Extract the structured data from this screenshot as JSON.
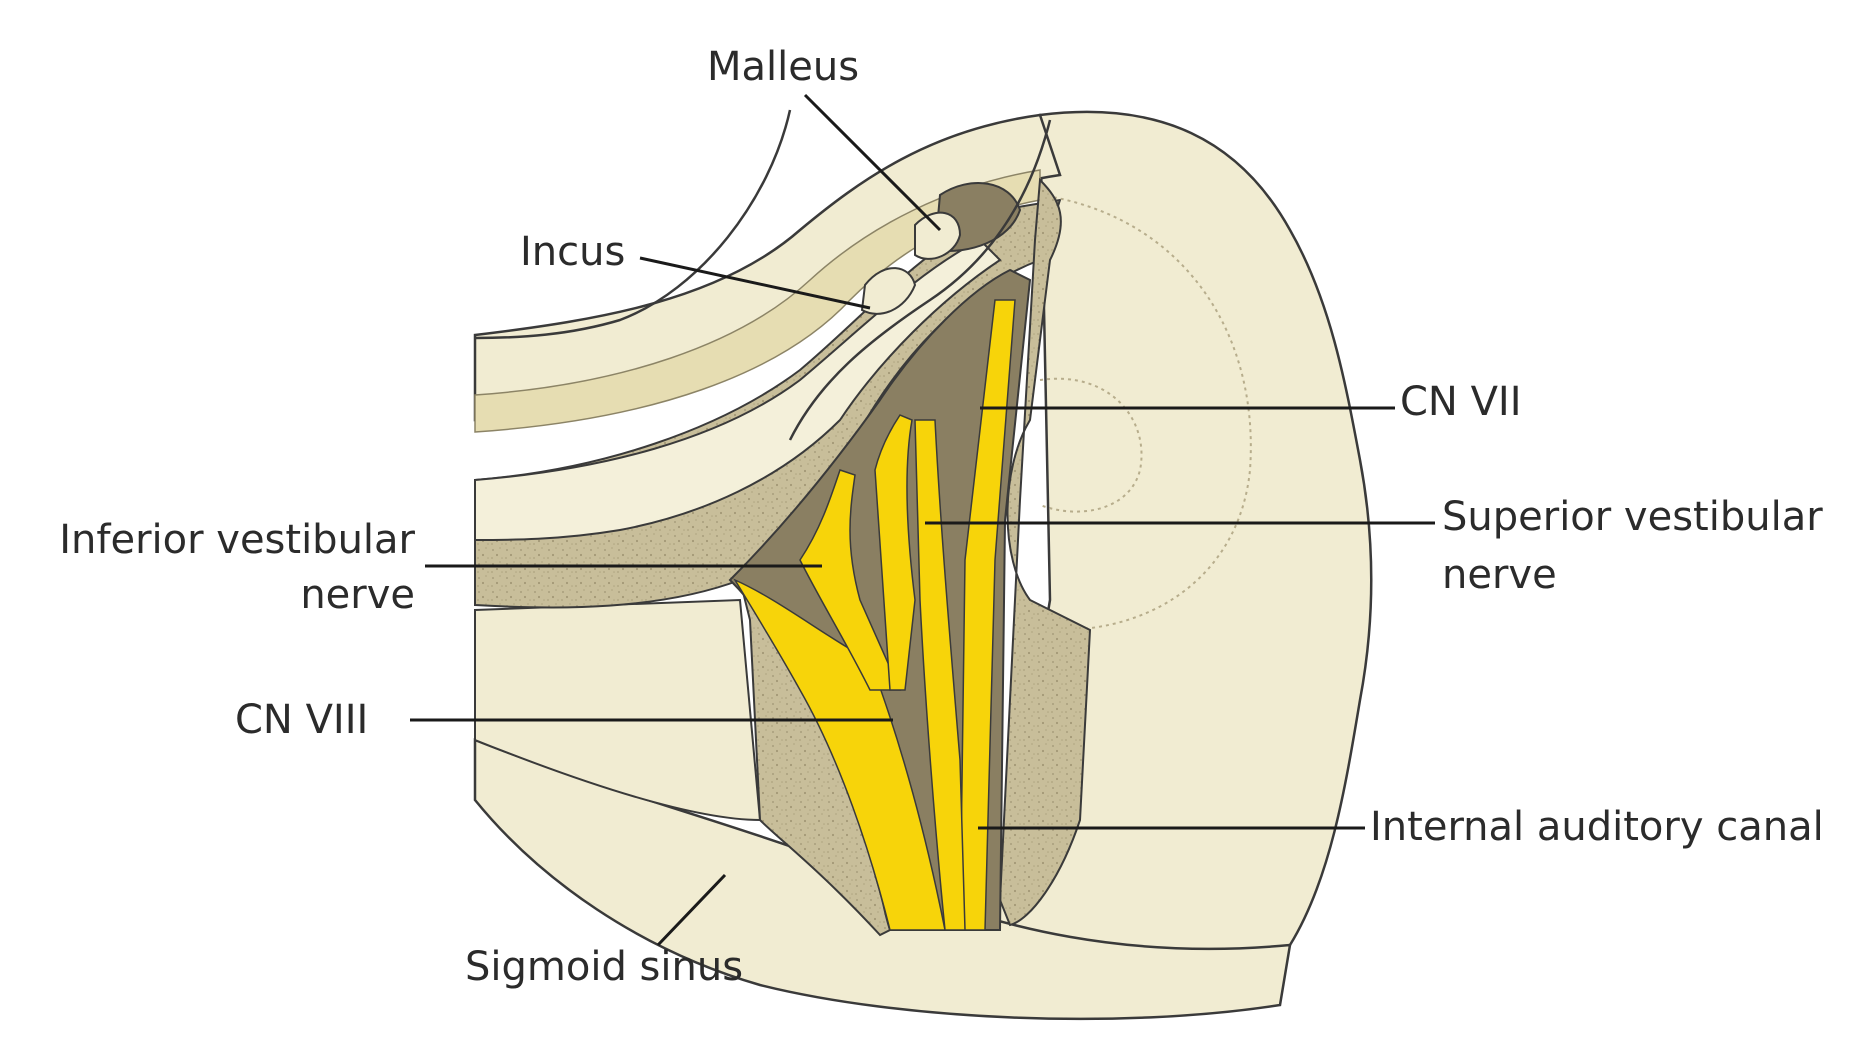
{
  "labels": {
    "malleus": "Malleus",
    "incus": "Incus",
    "cn7": "CN VII",
    "inf_vest_line1": "Inferior vestibular",
    "inf_vest_line2": "nerve",
    "sup_vest_line1": "Superior vestibular",
    "sup_vest_line2": "nerve",
    "cn8": "CN VIII",
    "iac": "Internal auditory canal",
    "sigmoid": "Sigmoid sinus"
  },
  "colors": {
    "bone_light": "#f1ecd2",
    "bone_medium": "#e6ddb2",
    "bone_speckled": "#c6bc98",
    "nerve_sheath": "#8a7f62",
    "nerve_yellow": "#f7d40a",
    "outline": "#3a3a3a"
  }
}
